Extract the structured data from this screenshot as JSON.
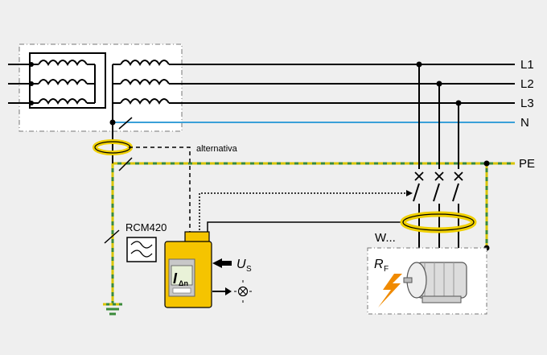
{
  "lines": {
    "l1": "L1",
    "l2": "L2",
    "l3": "L3",
    "n": "N",
    "pe": "PE"
  },
  "labels": {
    "alternative": "alternativa",
    "device": "RCM420",
    "motor_id": "W...",
    "us_main": "U",
    "us_sub": "S",
    "rf_main": "R",
    "rf_sub": "F",
    "idn_main": "I",
    "idn_sub": "Δn"
  },
  "colors": {
    "background": "#efefef",
    "neutral": "#3aa0d8",
    "pe_yellow": "#d9c400",
    "pe_green": "#3a8a3a",
    "device_yellow": "#f5c400",
    "ct_yellow": "#f0d000",
    "lightning": "#f08a00"
  },
  "icons": {
    "transformer": "transformer-icon",
    "signal": "signal-wave-icon",
    "lamp": "signal-lamp-icon",
    "motor": "motor-icon",
    "ground": "ground-icon",
    "fault": "lightning-icon"
  }
}
